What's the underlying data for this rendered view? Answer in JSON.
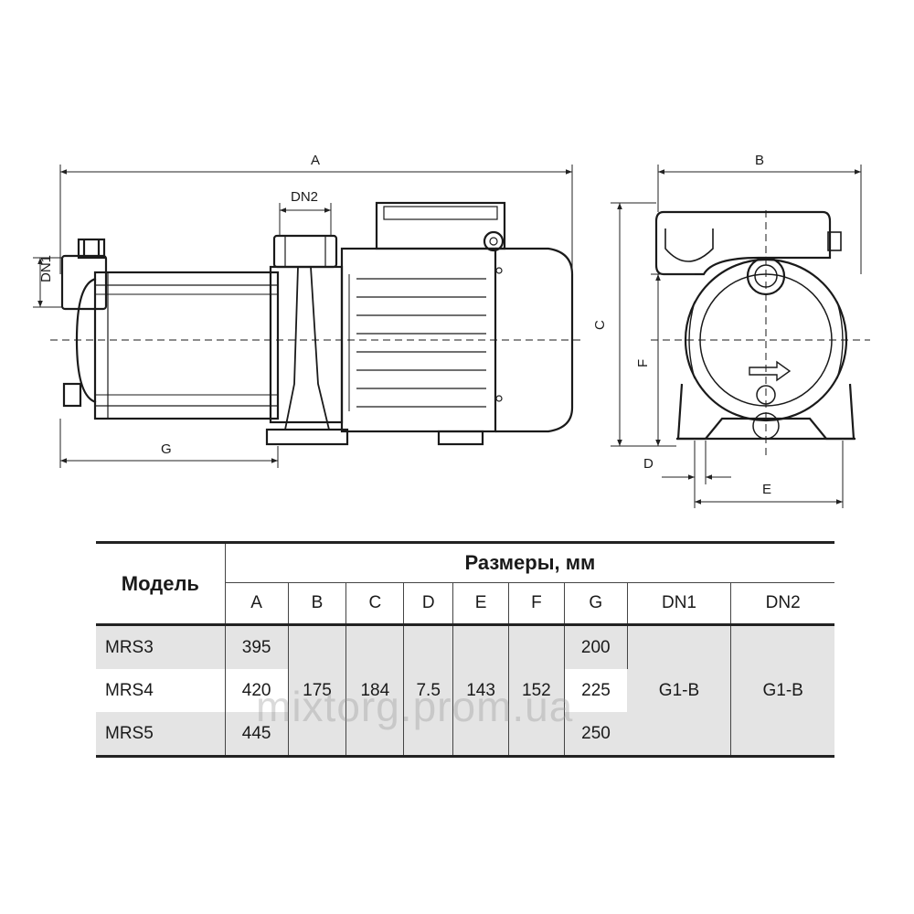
{
  "dimension_labels": {
    "a": "A",
    "b": "B",
    "c": "C",
    "d": "D",
    "e": "E",
    "f": "F",
    "g": "G",
    "dn1": "DN1",
    "dn2": "DN2"
  },
  "table": {
    "model_header": "Модель",
    "dims_header": "Размеры, мм",
    "columns": [
      "A",
      "B",
      "C",
      "D",
      "E",
      "F",
      "G",
      "DN1",
      "DN2"
    ],
    "models": [
      "MRS3",
      "MRS4",
      "MRS5"
    ],
    "a_values": [
      "395",
      "420",
      "445"
    ],
    "g_values": [
      "200",
      "225",
      "250"
    ],
    "shared": {
      "b": "175",
      "c": "184",
      "d": "7.5",
      "e": "143",
      "f": "152",
      "dn1": "G1-B",
      "dn2": "G1-B"
    }
  },
  "watermark": "mixtorg.prom.ua"
}
